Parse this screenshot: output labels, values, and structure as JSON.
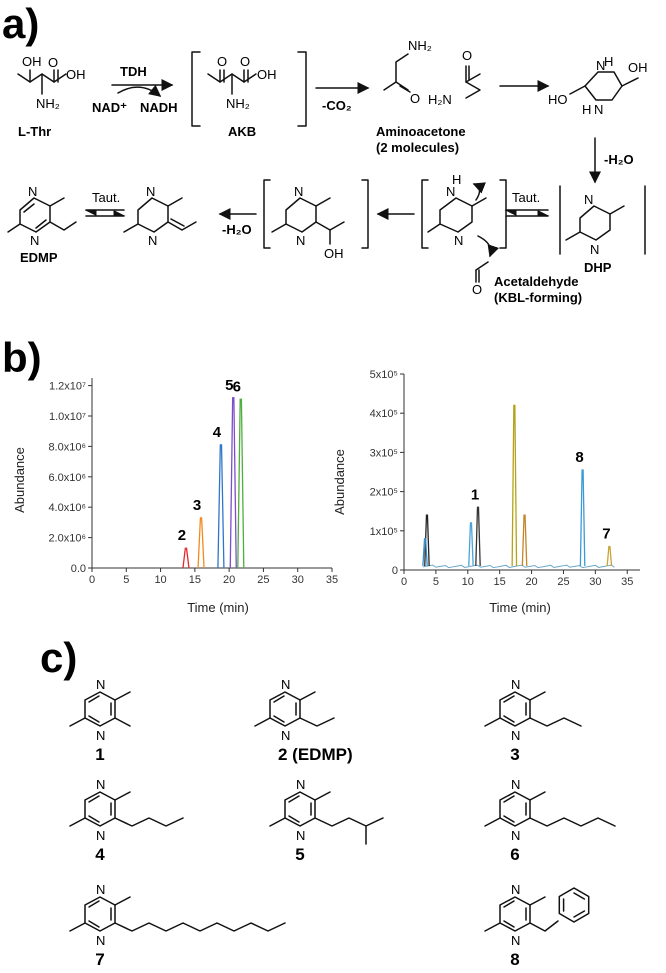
{
  "panels": {
    "a": "a)",
    "b": "b)",
    "c": "c)"
  },
  "scheme": {
    "lthr": "L-Thr",
    "akb": "AKB",
    "aminoacetone": "Aminoacetone",
    "aminoacetone_sub": "(2 molecules)",
    "dhp": "DHP",
    "acetaldehyde": "Acetaldehyde",
    "acetaldehyde_sub": "(KBL-forming)",
    "edmp": "EDMP",
    "tdh": "TDH",
    "nad": "NAD⁺",
    "nadh": "NADH",
    "minus_co2": "-CO₂",
    "minus_h2o_1": "-H₂O",
    "minus_h2o_2": "-H₂O",
    "taut_1": "Taut.",
    "taut_2": "Taut.",
    "atoms": {
      "oh": "OH",
      "o": "O",
      "nh2": "NH₂",
      "h2n": "H₂N",
      "ho": "HO",
      "n": "N",
      "h": "H"
    }
  },
  "chart_data": [
    {
      "type": "line",
      "xlabel": "Time (min)",
      "ylabel": "Abundance",
      "xlim": [
        0,
        35
      ],
      "ylim": [
        0,
        12500000
      ],
      "x_ticks": [
        "0",
        "5",
        "10",
        "15",
        "20",
        "25",
        "30",
        "35"
      ],
      "y_ticks": [
        "0.0",
        "2.0x10⁶",
        "4.0x10⁶",
        "6.0x10⁶",
        "8.0x10⁶",
        "1.0x10⁷",
        "1.2x10⁷"
      ],
      "series": [
        {
          "peak_label": "2",
          "x": 13.7,
          "y": 1300000,
          "color": "#e8262a"
        },
        {
          "peak_label": "3",
          "x": 15.9,
          "y": 3300000,
          "color": "#f28a1e"
        },
        {
          "peak_label": "4",
          "x": 18.8,
          "y": 8100000,
          "color": "#2f76c9"
        },
        {
          "peak_label": "5",
          "x": 20.6,
          "y": 11200000,
          "color": "#7b4fc9"
        },
        {
          "peak_label": "6",
          "x": 21.7,
          "y": 11100000,
          "color": "#4fae3e"
        }
      ]
    },
    {
      "type": "line",
      "xlabel": "Time (min)",
      "ylabel": "Abundance",
      "xlim": [
        0,
        37
      ],
      "ylim": [
        0,
        500000
      ],
      "x_ticks": [
        "0",
        "5",
        "10",
        "15",
        "20",
        "25",
        "30",
        "35"
      ],
      "y_ticks": [
        "0",
        "1x10⁵",
        "2x10⁵",
        "3x10⁵",
        "4x10⁵",
        "5x10⁵"
      ],
      "peaks": [
        {
          "x": 3.6,
          "y": 140000,
          "color": "#222222",
          "label": ""
        },
        {
          "x": 3.3,
          "y": 80000,
          "color": "#3a8fc8",
          "label": ""
        },
        {
          "x": 10.5,
          "y": 120000,
          "color": "#4aa3d8",
          "label": ""
        },
        {
          "x": 11.6,
          "y": 160000,
          "color": "#333333",
          "label": "1"
        },
        {
          "x": 17.3,
          "y": 420000,
          "color": "#b5a21a",
          "label": ""
        },
        {
          "x": 18.9,
          "y": 140000,
          "color": "#c4852a",
          "label": ""
        },
        {
          "x": 28.0,
          "y": 255000,
          "color": "#3b9ad6",
          "label": "8"
        },
        {
          "x": 32.2,
          "y": 60000,
          "color": "#c9a233",
          "label": "7"
        }
      ]
    }
  ],
  "compounds": [
    {
      "label": "1"
    },
    {
      "label": "2 (EDMP)"
    },
    {
      "label": "3"
    },
    {
      "label": "4"
    },
    {
      "label": "5"
    },
    {
      "label": "6"
    },
    {
      "label": "7"
    },
    {
      "label": "8"
    }
  ]
}
